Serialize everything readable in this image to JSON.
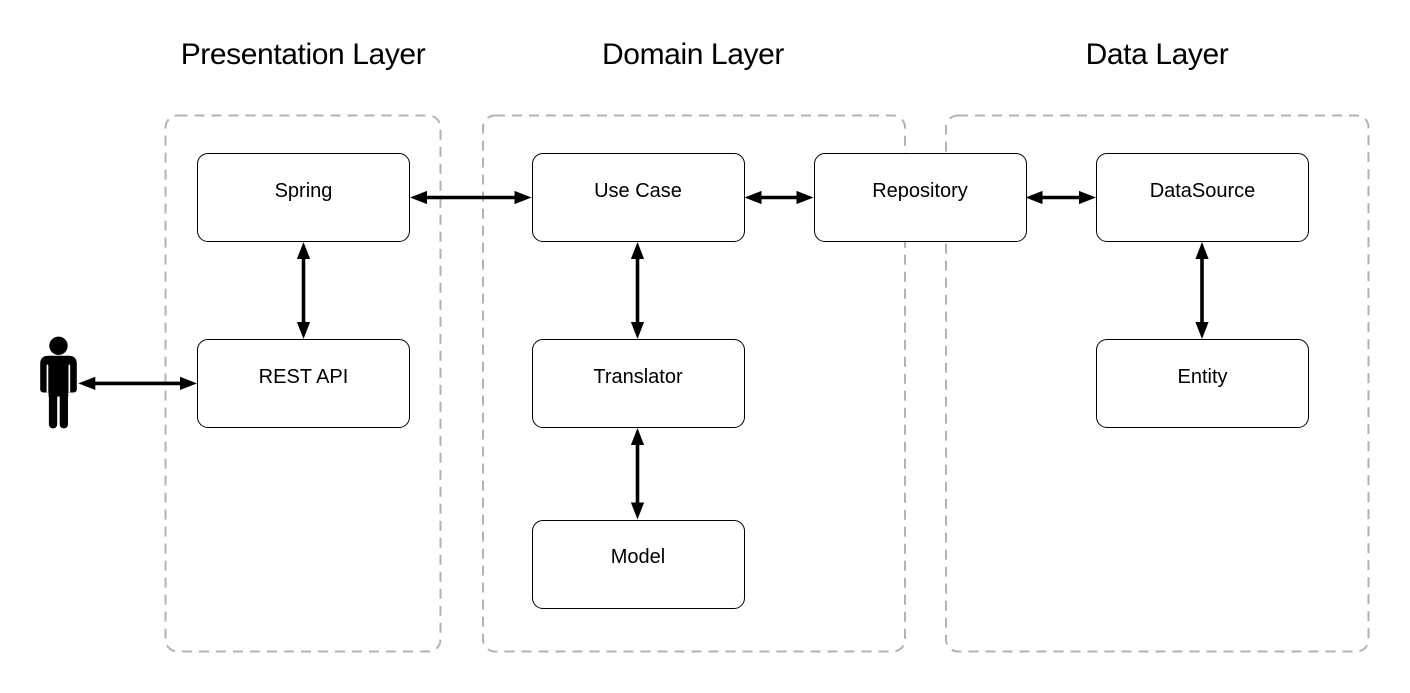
{
  "diagram": {
    "type": "layered-architecture",
    "background": "#ffffff",
    "colors": {
      "layer_border": "#b3b3b3",
      "node_border": "#000000",
      "arrow": "#000000",
      "text": "#000000"
    },
    "layers": [
      {
        "id": "presentation",
        "title": "Presentation Layer"
      },
      {
        "id": "domain",
        "title": "Domain Layer"
      },
      {
        "id": "data",
        "title": "Data Layer"
      }
    ],
    "nodes": [
      {
        "id": "spring",
        "label": "Spring",
        "layer": "presentation"
      },
      {
        "id": "rest-api",
        "label": "REST API",
        "layer": "presentation"
      },
      {
        "id": "use-case",
        "label": "Use Case",
        "layer": "domain"
      },
      {
        "id": "translator",
        "label": "Translator",
        "layer": "domain"
      },
      {
        "id": "model",
        "label": "Model",
        "layer": "domain"
      },
      {
        "id": "repository",
        "label": "Repository",
        "layer": "domain"
      },
      {
        "id": "datasource",
        "label": "DataSource",
        "layer": "data"
      },
      {
        "id": "entity",
        "label": "Entity",
        "layer": "data"
      }
    ],
    "actor": {
      "id": "user",
      "icon": "person-icon"
    },
    "edges": [
      {
        "from": "user",
        "to": "rest-api",
        "bidirectional": true
      },
      {
        "from": "spring",
        "to": "rest-api",
        "bidirectional": true
      },
      {
        "from": "spring",
        "to": "use-case",
        "bidirectional": true
      },
      {
        "from": "use-case",
        "to": "repository",
        "bidirectional": true
      },
      {
        "from": "use-case",
        "to": "translator",
        "bidirectional": true
      },
      {
        "from": "translator",
        "to": "model",
        "bidirectional": true
      },
      {
        "from": "repository",
        "to": "datasource",
        "bidirectional": true
      },
      {
        "from": "datasource",
        "to": "entity",
        "bidirectional": true
      }
    ]
  }
}
